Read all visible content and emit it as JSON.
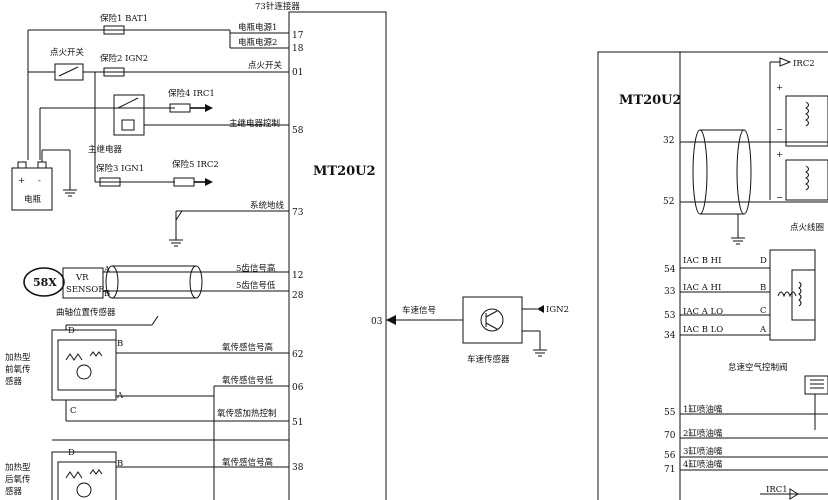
{
  "left_ecu": {
    "name": "MT20U2",
    "connector": "73针连接器",
    "pins": [
      {
        "num": "17",
        "label": "电瓶电源1"
      },
      {
        "num": "18",
        "label": "电瓶电源2"
      },
      {
        "num": "01",
        "label": "点火开关"
      },
      {
        "num": "58",
        "label": "主继电器控制"
      },
      {
        "num": "73",
        "label": "系统地线"
      },
      {
        "num": "12",
        "label": "5齿信号高"
      },
      {
        "num": "28",
        "label": "5齿信号低"
      },
      {
        "num": "62",
        "label": "氧传感信号高"
      },
      {
        "num": "06",
        "label": "氧传感信号低"
      },
      {
        "num": "51",
        "label": "氧传感加热控制"
      },
      {
        "num": "38",
        "label": "氧传感信号高"
      },
      {
        "num": "03",
        "label": "车速信号"
      }
    ]
  },
  "power_circuit": {
    "fuse1": "保险1 BAT1",
    "fuse2": "保险2 IGN2",
    "fuse3": "保险3 IGN1",
    "fuse4": "保险4 IRC1",
    "fuse5": "保险5 IRC2",
    "ignition_switch": "点火开关",
    "main_relay": "主继电器",
    "battery": "电瓶",
    "battery_plus": "+",
    "battery_minus": "-"
  },
  "crank_sensor": {
    "teeth": "58X",
    "type_line1": "VR",
    "type_line2": "SENSOR",
    "pin_a": "A",
    "pin_b": "B",
    "caption": "曲轴位置传感器"
  },
  "front_o2": {
    "caption_lines": [
      "加热型",
      "前氧传",
      "感器"
    ],
    "pins": [
      "D",
      "B",
      "A",
      "C"
    ]
  },
  "rear_o2": {
    "caption_lines": [
      "加热型",
      "后氧传",
      "感器"
    ],
    "pins": [
      "D",
      "B"
    ]
  },
  "speed_sensor": {
    "caption": "车速传感器",
    "supply": "IGN2"
  },
  "right_ecu": {
    "name": "MT20U2",
    "pins": [
      {
        "num": "32",
        "label": ""
      },
      {
        "num": "52",
        "label": ""
      },
      {
        "num": "54",
        "label": "IAC B HI"
      },
      {
        "num": "33",
        "label": "IAC A HI"
      },
      {
        "num": "53",
        "label": "IAC A LO"
      },
      {
        "num": "34",
        "label": "IAC B LO"
      },
      {
        "num": "55",
        "label": "1缸喷油嘴"
      },
      {
        "num": "70",
        "label": "2缸喷油嘴"
      },
      {
        "num": "56",
        "label": "3缸喷油嘴"
      },
      {
        "num": "71",
        "label": "4缸喷油嘴"
      }
    ],
    "iac_pins": [
      "D",
      "B",
      "C",
      "A"
    ],
    "iac_caption": "怠速空气控制阀",
    "ignition_coil": "点火线圈",
    "irc2": "IRC2",
    "irc1": "IRC1",
    "plus": "+",
    "minus": "−"
  }
}
